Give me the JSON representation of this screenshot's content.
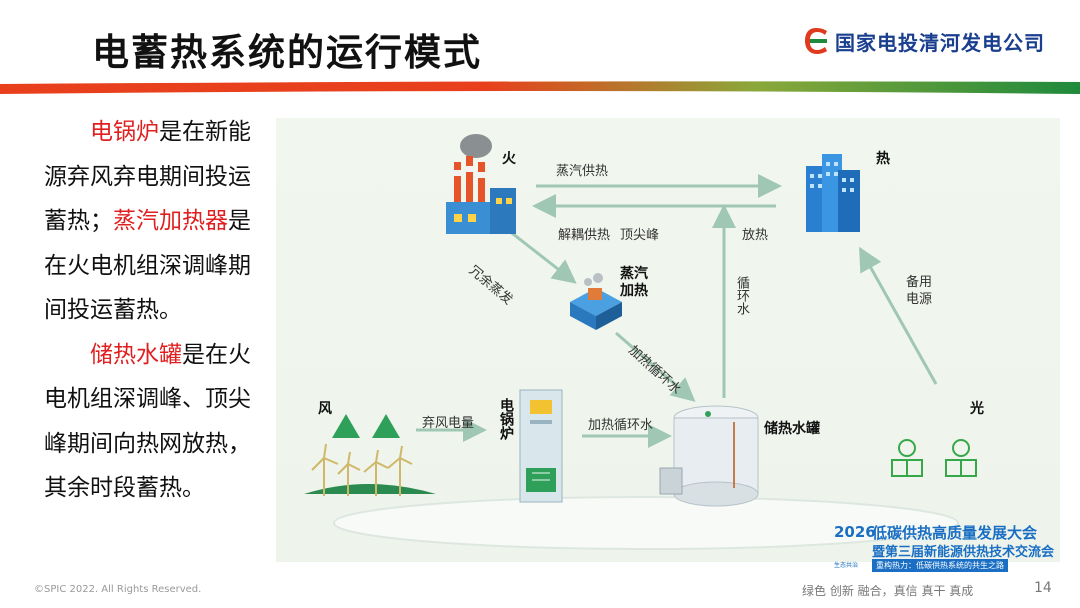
{
  "header": {
    "title": "电蓄热系统的运行模式",
    "logo_text": "国家电投清河发电公司"
  },
  "left_text": {
    "p1_red1": "电锅炉",
    "p1_t1": "是在新能源弃风弃电期间投运蓄热；",
    "p1_red2": "蒸汽加热器",
    "p1_t2": "是在火电机组深调峰期间投运蓄热。",
    "p2_red": "储热水罐",
    "p2_t": "是在火电机组深调峰、顶尖峰期间向热网放热，其余时段蓄热。"
  },
  "diagram": {
    "fire": "火",
    "heat": "热",
    "steam_supply": "蒸汽供热",
    "decouple": "解耦供热",
    "peak": "顶尖峰",
    "release": "放热",
    "redundant_steam": "冗余蒸发",
    "steam_heating": "蒸汽加热",
    "heating_loop_diag": "加热循环水",
    "circ_water": "循环水",
    "backup_power": "备用电源",
    "wind": "风",
    "curtail": "弃风电量",
    "boiler": "电锅炉",
    "heating_loop": "加热循环水",
    "tank": "储热水罐",
    "solar": "光"
  },
  "conference": {
    "year": "2026",
    "line1": "低碳供热高质量发展大会",
    "line2": "暨第三届新能源供热技术交流会",
    "tag": "重构热力：低碳供热系统的共生之路",
    "sub": "生态共治"
  },
  "footer": {
    "copyright": "©SPIC 2022. All Rights Reserved.",
    "slogan": "绿色 创新 融合，真信 真干 真成",
    "page": "14"
  },
  "colors": {
    "title": "#111111",
    "accent_red": "#e02020",
    "logo_blue": "#1a3f8f",
    "arrow_green": "#9fc7b3"
  }
}
